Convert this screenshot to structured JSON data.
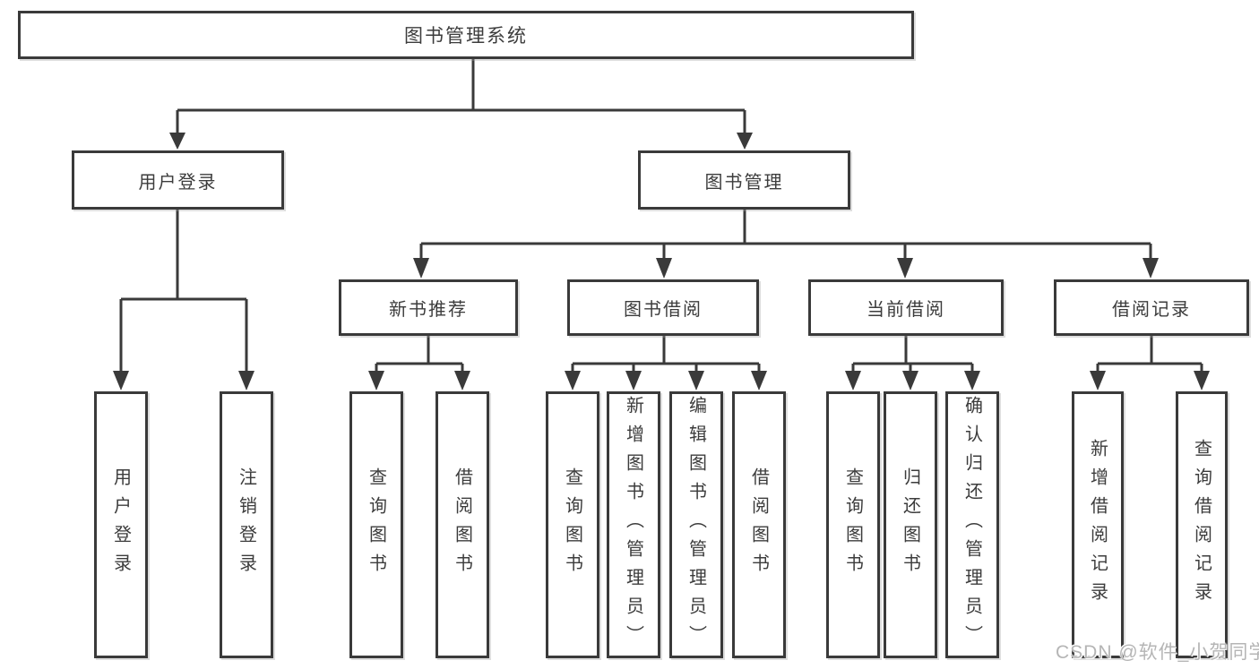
{
  "colors": {
    "background": "#ffffff",
    "line": "#3a3a3a",
    "box_border": "#3a3a3a",
    "text": "#3c3c3c",
    "watermark": "#b5b5b5"
  },
  "tree": {
    "label": "图书管理系统",
    "children": [
      {
        "label": "用户登录",
        "children": [
          {
            "label": "用户登录"
          },
          {
            "label": "注销登录"
          }
        ]
      },
      {
        "label": "图书管理",
        "children": [
          {
            "label": "新书推荐",
            "children": [
              {
                "label": "查询图书"
              },
              {
                "label": "借阅图书"
              }
            ]
          },
          {
            "label": "图书借阅",
            "children": [
              {
                "label": "查询图书"
              },
              {
                "label": "新增图书（管理员）"
              },
              {
                "label": "编辑图书（管理员）"
              },
              {
                "label": "借阅图书"
              }
            ]
          },
          {
            "label": "当前借阅",
            "children": [
              {
                "label": "查询图书"
              },
              {
                "label": "归还图书"
              },
              {
                "label": "确认归还（管理员）"
              }
            ]
          },
          {
            "label": "借阅记录",
            "children": [
              {
                "label": "新增借阅记录"
              },
              {
                "label": "查询借阅记录"
              }
            ]
          }
        ]
      }
    ]
  },
  "watermark": {
    "text": "CSDN @软件_小贺同学"
  }
}
